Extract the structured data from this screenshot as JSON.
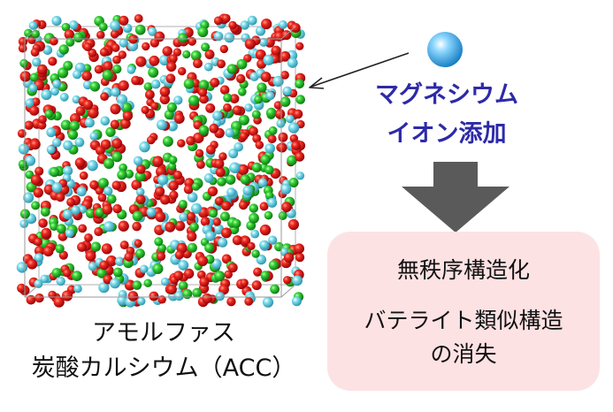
{
  "simulation": {
    "atom_colors": {
      "red": "#e0101a",
      "green": "#2cc12c",
      "cyan": "#6fd6e6"
    }
  },
  "caption": {
    "line1": "アモルファス",
    "line2": "炭酸カルシウム（ACC）"
  },
  "ion": {
    "sphere_color": "#29a8e8",
    "label_line1": "マグネシウム",
    "label_line2": "イオン添加",
    "label_color": "#2d2aa8"
  },
  "arrow": {
    "color": "#5a5a5a"
  },
  "result": {
    "background": "#fde2e4",
    "line1": "無秩序構造化",
    "line2a": "バテライト類似構造",
    "line2b": "の消失"
  }
}
